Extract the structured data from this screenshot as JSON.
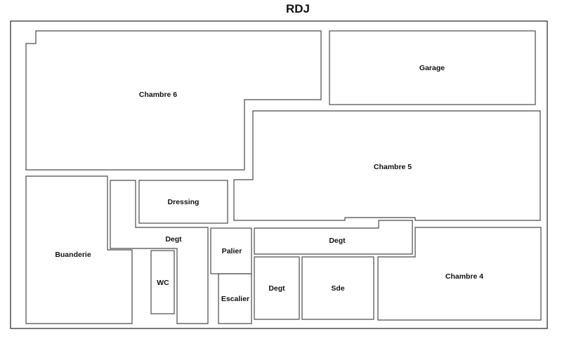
{
  "plan": {
    "title": "RDJ",
    "rooms": {
      "chambre6": "Chambre 6",
      "garage": "Garage",
      "chambre5": "Chambre 5",
      "dressing": "Dressing",
      "buanderie": "Buanderie",
      "degt_left": "Degt",
      "palier": "Palier",
      "degt_center": "Degt",
      "wc": "WC",
      "escalier": "Escalier",
      "degt_small": "Degt",
      "sde": "Sde",
      "chambre4": "Chambre 4"
    }
  }
}
